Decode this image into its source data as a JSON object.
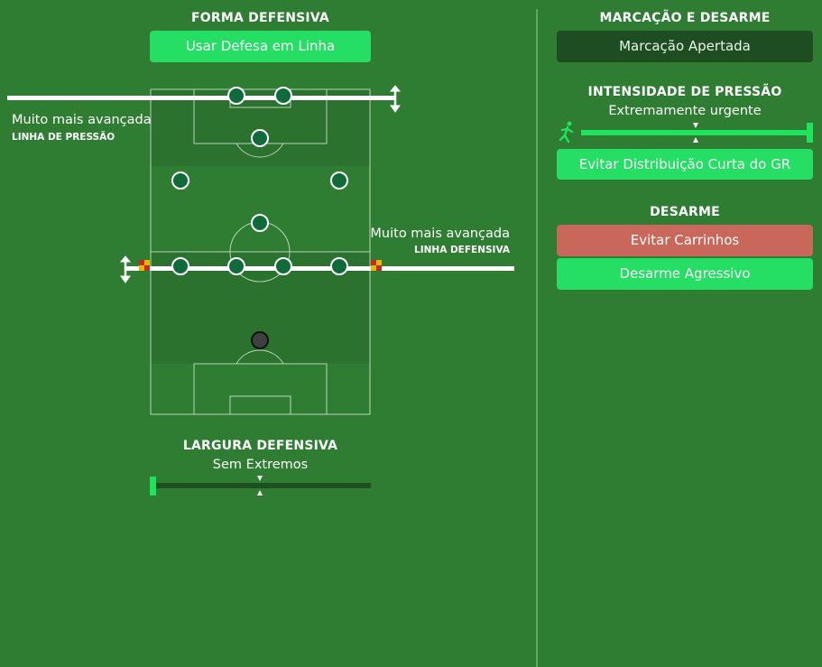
{
  "left": {
    "defensive_shape_title": "FORMA DEFENSIVA",
    "offside_trap_button": "Usar Defesa em Linha",
    "pressing_line": {
      "value_label": "Muito mais avançada",
      "name": "LINHA DE PRESSÃO"
    },
    "defensive_line": {
      "value_label": "Muito mais avançada",
      "name": "LINHA DEFENSIVA"
    },
    "defensive_width_title": "LARGURA DEFENSIVA",
    "defensive_width_value": "Sem Extremos",
    "defensive_width_level": 0
  },
  "right": {
    "marking_tackling_title": "MARCAÇÃO E DESARME",
    "marking_button": "Marcação Apertada",
    "pressing_intensity_title": "INTENSIDADE DE PRESSÃO",
    "pressing_intensity_value": "Extremamente urgente",
    "pressing_intensity_level": 1,
    "prevent_gk_distribution_button": "Evitar Distribuição Curta do GR",
    "tackling_title": "DESARME",
    "stay_on_feet_button": "Evitar Carrinhos",
    "aggressive_tackling_button": "Desarme Agressivo"
  },
  "colors": {
    "background": "#2e7d32",
    "accent_green": "#24df63",
    "slider_green": "#1ee35c",
    "dark_button": "#1f4d22",
    "red_button": "#c9675a"
  },
  "icons": [
    "running-man-icon",
    "vertical-arrows-icon",
    "corner-flag-icon"
  ]
}
